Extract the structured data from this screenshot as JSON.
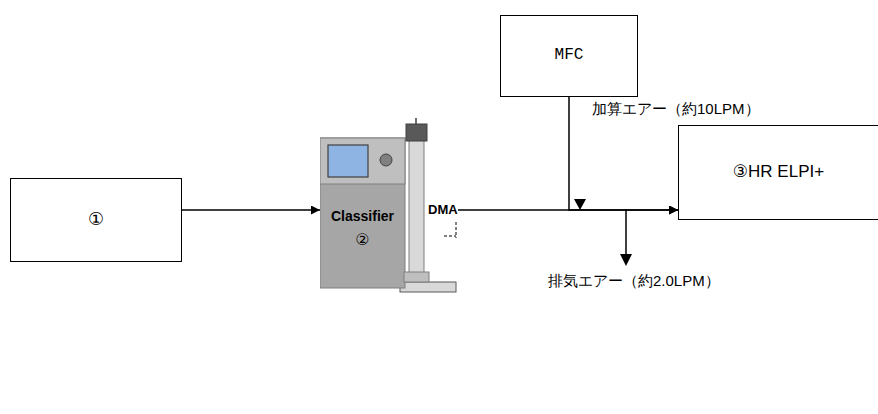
{
  "diagram": {
    "nodes": [
      {
        "text": [
          "①"
        ]
      },
      {
        "text": [
          "Classifier",
          "②"
        ]
      },
      {
        "text": [
          "MFC"
        ]
      },
      {
        "text": [
          "③HR ELPI+"
        ]
      }
    ],
    "edges": [
      {
        "from": 0,
        "to": 1,
        "arrow": "to"
      },
      {
        "from": 1,
        "to": 3,
        "arrow": "to"
      },
      {
        "from": 2,
        "to": 3,
        "label": "加算エアー（約10LPM）",
        "arrow": "to"
      }
    ],
    "labels": [
      "DMA",
      "排気エアー（約2.0LPM）"
    ]
  }
}
